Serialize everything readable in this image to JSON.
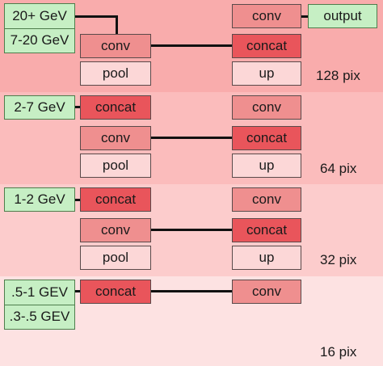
{
  "inputs": {
    "g1_top": "20+ GeV",
    "g1_bottom": "7-20 GeV",
    "g2": "2-7 GeV",
    "g3": "1-2 GeV",
    "g4_top": ".5-1 GEV",
    "g4_bottom": ".3-.5 GEV"
  },
  "output_label": "output",
  "labels": {
    "conv": "conv",
    "concat": "concat",
    "pool": "pool",
    "up": "up"
  },
  "resolutions": [
    "128 pix",
    "64 pix",
    "32 pix",
    "16 pix"
  ],
  "colors": {
    "band_1": "#f9acac",
    "band_2": "#fbbcbc",
    "band_3": "#fccccc",
    "band_4": "#fde2e2",
    "conv_box": "#ef8f8f",
    "concat_box": "#e9555b",
    "pool_up_box": "#fcd7d7",
    "input_box": "#c6efc4"
  }
}
